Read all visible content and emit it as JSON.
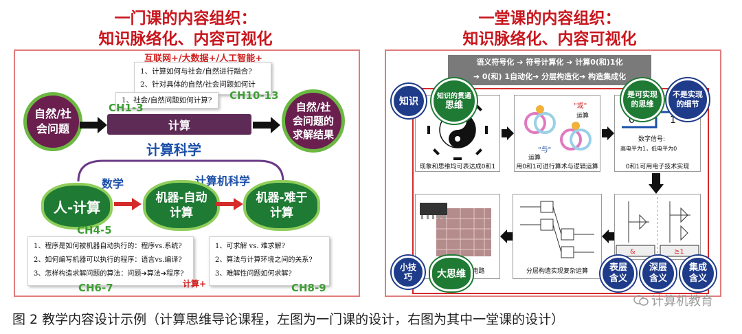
{
  "left": {
    "title_line1": "一门课的内容组织：",
    "title_line2": "知识脉络化、内容可视化",
    "top_red": "互联网+/大数据+/人工智能+",
    "top_note": [
      "1、计算如何与社会/自然进行融合?",
      "2、针对具体的自然/社会问题如何计算?"
    ],
    "small_note": "1、社会/自然问题如何计算?",
    "ch_top_left": "CH1-3",
    "ch_top_right": "CH10-13",
    "left_circle": "自然/社会问题",
    "compute_bar": "计算",
    "right_circle": "自然/社会问题的求解结果",
    "comp_science": "计算科学",
    "math": "数学",
    "cs": "计算机科学",
    "g1": "人-计算",
    "g2": "机器-自动计算",
    "g3": "机器-难于计算",
    "ch45": "CH4-5",
    "ch67": "CH6-7",
    "ch89": "CH8-9",
    "bottom_left_note": [
      "1、程序是如何被机器自动执行的：程序vs.系统?",
      "2、如何编写机器可以执行的程序：语言vs.编译?",
      "3、怎样构造求解问题的算法：问题➔算法➔程序?"
    ],
    "red_small": "计算+",
    "bottom_right_note": [
      "1、可求解 vs. 难求解?",
      "2、算法与计算环境之间的关系?",
      "3、难解性问题如何求解?"
    ]
  },
  "right": {
    "title_line1": "一堂课的内容组织：",
    "title_line2": "知识脉络化、内容可视化",
    "banner_line1": "语义符号化 ➔ 符号计算化 ➔ 计算0(和)1化",
    "banner_line2": "➔ 0(和) 1自动化➔ 分层构造化➔ 构造集成化",
    "c_knowledge": "知识",
    "c_through": "知识的贯通",
    "c_thinking": "思维",
    "c_realizable": "是可实现的思维",
    "c_not_details": "不是实现的细节",
    "c_tips": "小技巧",
    "c_big": "大思维",
    "c_surface": "表层含义",
    "c_deep": "深层含义",
    "c_integrated": "集成含义",
    "cap1": "现象和思维均可表达成0和1",
    "cap2": "用0和1可进行算术与逻辑运算",
    "cap3": "0和1可用电子技术实现",
    "cap5": "合逻辑电路",
    "cap6": "分层构造实现复杂运算",
    "yu": "\"与\"",
    "huo": "\"或\"",
    "yunsuan": "运算",
    "digital": "数字信号:",
    "levels": "高电平为1，低电平为0",
    "zero": "0",
    "one": "1"
  },
  "caption": "图 2   教学内容设计示例（计算思维导论课程，左图为一门课的设计，右图为其中一堂课的设计）",
  "watermark": "计算机教育"
}
